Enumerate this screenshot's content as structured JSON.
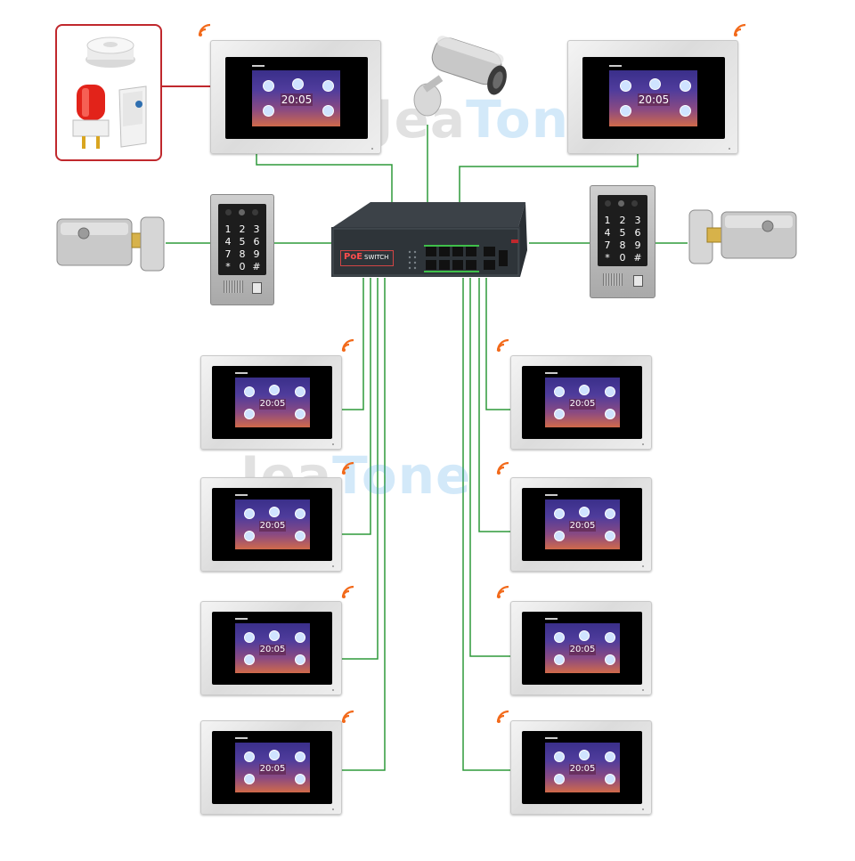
{
  "brand": {
    "watermark_part1": "Jea",
    "watermark_part2": "Tone",
    "colors": {
      "grey": "#7a7a7a",
      "blue": "#3aa0e8",
      "cable": "#2e9a3a",
      "alarm_wire": "#c0282d",
      "wifi": "#f26a1b"
    }
  },
  "switch": {
    "badge": "PoE",
    "label": "SWITCH"
  },
  "monitor_clock": "20:05",
  "keypad": {
    "keys": [
      "1",
      "2",
      "3",
      "4",
      "5",
      "6",
      "7",
      "8",
      "9",
      "*",
      "0",
      "#"
    ]
  },
  "icons": {
    "smoke_detector": "smoke-detector-icon",
    "siren": "red-siren-icon",
    "pir_sensor": "pir-sensor-icon",
    "camera": "bullet-camera-icon",
    "lock": "electric-lock-icon",
    "wifi": "wifi-signal-icon"
  }
}
